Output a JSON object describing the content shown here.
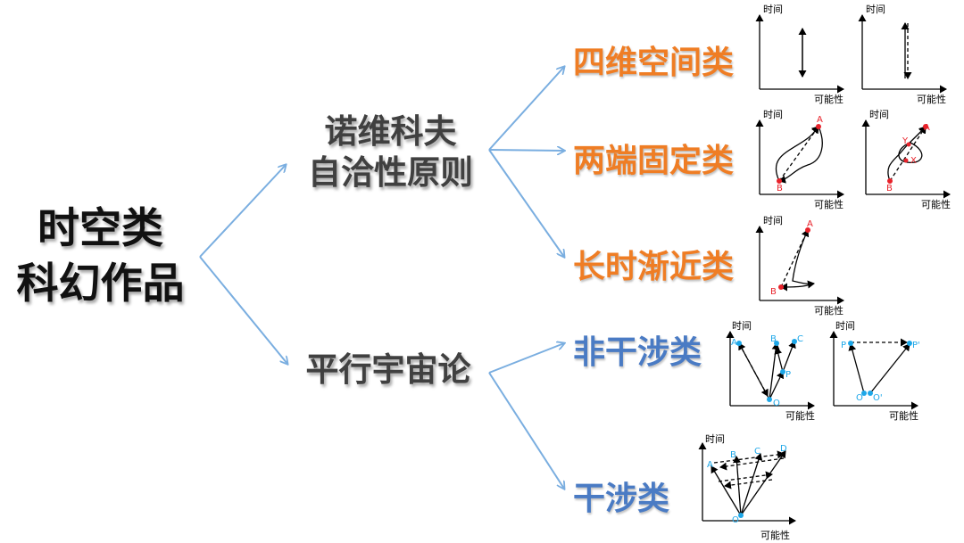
{
  "root": {
    "line1": "时空类",
    "line2": "科幻作品"
  },
  "branches": {
    "novikov": {
      "line1": "诺维科夫",
      "line2": "自洽性原则"
    },
    "parallel": {
      "label": "平行宇宙论"
    }
  },
  "leaves": {
    "four_d": "四维空间类",
    "fixed_ends": "两端固定类",
    "asymptotic": "长时渐近类",
    "non_interfering": "非干涉类",
    "interfering": "干涉类"
  },
  "axes": {
    "y_label": "时间",
    "x_label": "可能性"
  },
  "point_labels": {
    "A": "A",
    "B": "B",
    "C": "C",
    "D": "D",
    "X": "X",
    "Y": "Y",
    "P": "P",
    "P_prime": "P'",
    "O": "O",
    "O_prime": "O'"
  },
  "colors": {
    "orange": "#ef7d24",
    "blue": "#4a7bc4",
    "connector": "#7aaee0",
    "point_red": "#e8222a",
    "point_blue": "#1da7e8"
  }
}
